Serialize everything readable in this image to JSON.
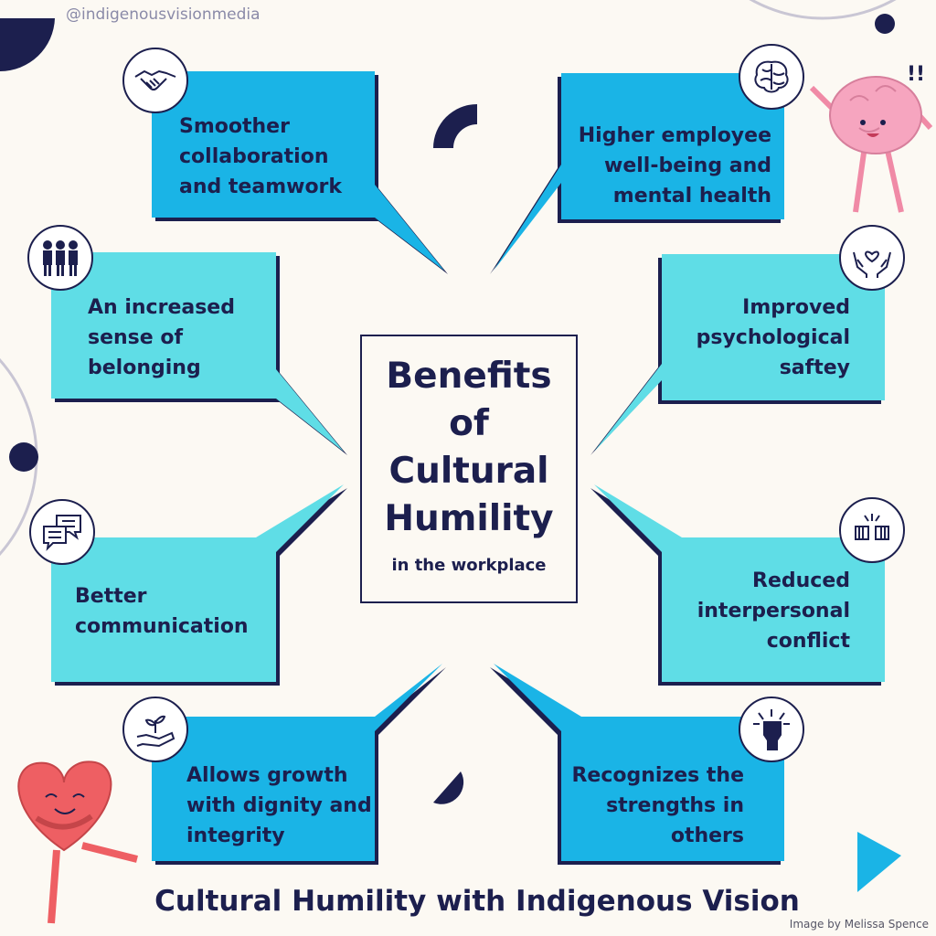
{
  "handle": "@indigenousvisionmedia",
  "center": {
    "title": "Benefits\nof\nCultural\nHumility",
    "subtitle": "in the workplace"
  },
  "benefits": [
    {
      "text": "Smoother\ncollaboration\nand teamwork",
      "icon": "handshake-icon"
    },
    {
      "text": "Higher employee\nwell-being and\nmental health",
      "icon": "brain-icon"
    },
    {
      "text": "An increased\nsense of\nbelonging",
      "icon": "group-icon"
    },
    {
      "text": "Improved\npsychological\nsaftey",
      "icon": "heart-hands-icon"
    },
    {
      "text": "Better\ncommunication",
      "icon": "chat-bubbles-icon"
    },
    {
      "text": "Reduced\ninterpersonal\nconflict",
      "icon": "fist-bump-icon"
    },
    {
      "text": "Allows growth\nwith dignity and\nintegrity",
      "icon": "plant-hand-icon"
    },
    {
      "text": "Recognizes the\nstrengths in\nothers",
      "icon": "raised-fist-icon"
    }
  ],
  "footer": {
    "title": "Cultural Humility with Indigenous Vision",
    "credit": "Image by Melissa Spence"
  },
  "colors": {
    "navy": "#1c1f4e",
    "dark_blue": "#1ab4e6",
    "light_cyan": "#5fdde6",
    "background": "#fcf9f3"
  }
}
